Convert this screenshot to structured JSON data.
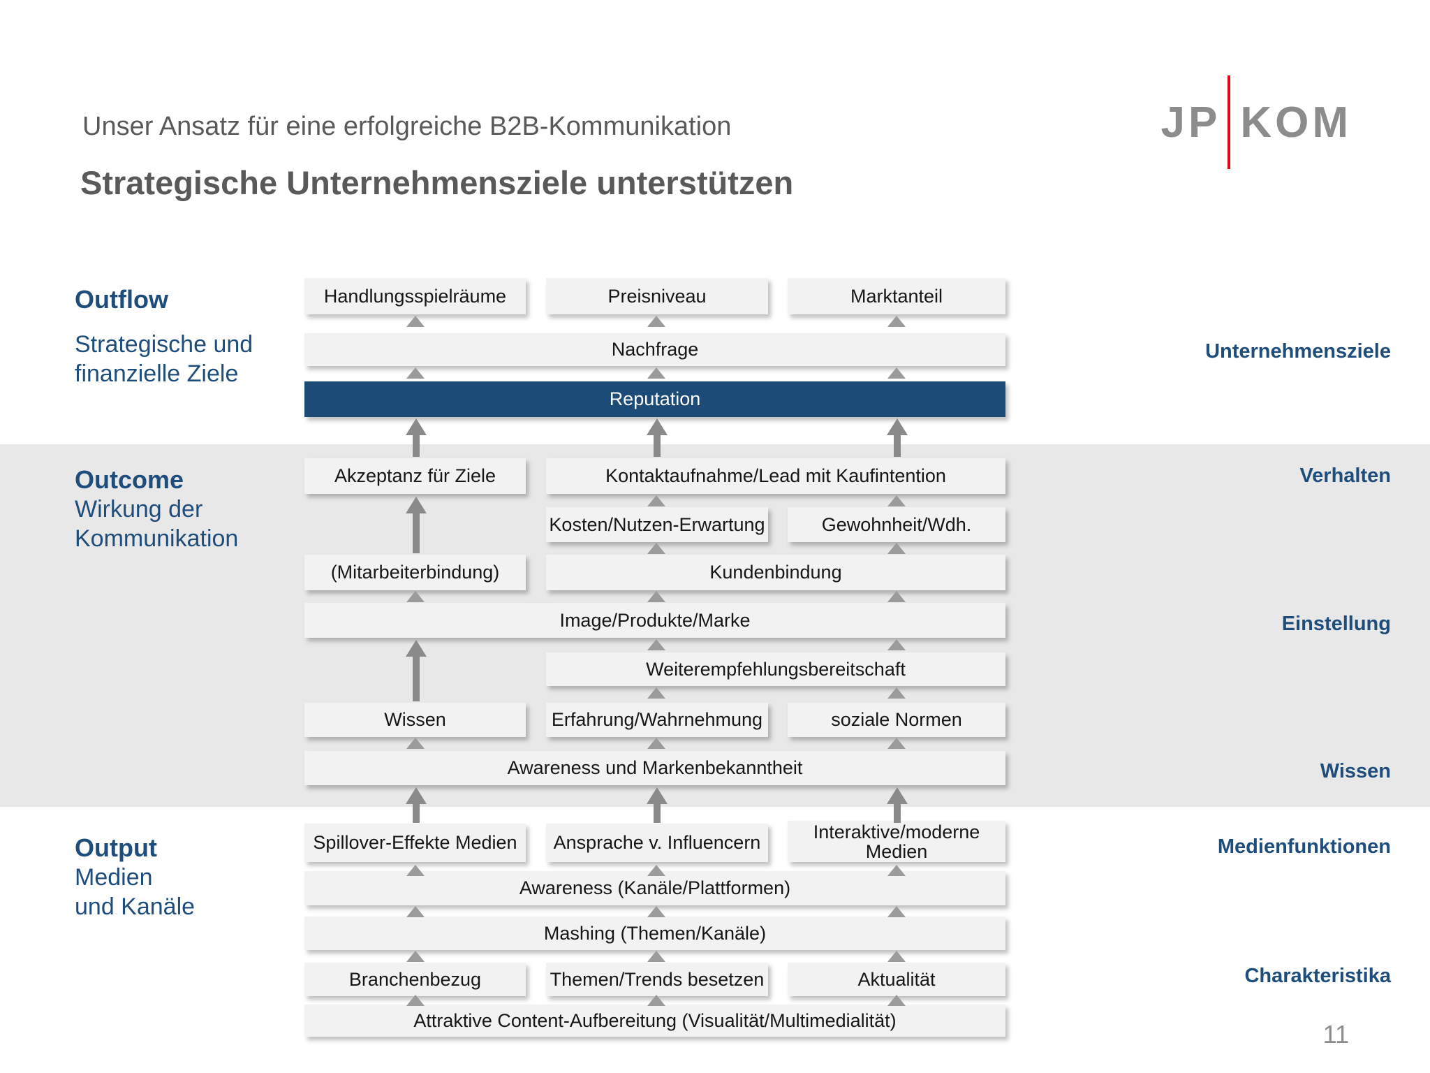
{
  "header": {
    "kicker": "Unser Ansatz für eine erfolgreiche B2B-Kommunikation",
    "title": "Strategische Unternehmensziele unterstützen",
    "logo_left": "JP",
    "logo_right": "KOM"
  },
  "footer": {
    "page_number": "11"
  },
  "colors": {
    "accent_blue": "#1e4d7c",
    "reputation_blue": "#1c4b78",
    "band_gray": "#e8e8e8",
    "box_gray": "#f2f2f2",
    "arrow_gray": "#8a8a8a",
    "logo_red": "#e30613",
    "title_gray": "#595959"
  },
  "left_labels": {
    "outflow": {
      "heading": "Outflow",
      "line1": "Strategische und",
      "line2": "finanzielle Ziele"
    },
    "outcome": {
      "heading": "Outcome",
      "line1": "Wirkung der",
      "line2": "Kommunikation"
    },
    "output": {
      "heading": "Output",
      "line1": "Medien",
      "line2": "und Kanäle"
    }
  },
  "right_labels": {
    "unternehmensziele": "Unternehmensziele",
    "verhalten": "Verhalten",
    "einstellung": "Einstellung",
    "wissen": "Wissen",
    "medienfunktionen": "Medienfunktionen",
    "charakteristika": "Charakteristika"
  },
  "boxes": {
    "handlungsspielraeume": "Handlungsspielräume",
    "preisniveau": "Preisniveau",
    "marktanteil": "Marktanteil",
    "nachfrage": "Nachfrage",
    "reputation": "Reputation",
    "akzeptanz": "Akzeptanz für Ziele",
    "kontaktaufnahme": "Kontaktaufnahme/Lead mit Kaufintention",
    "kosten_nutzen": "Kosten/Nutzen-Erwartung",
    "gewohnheit": "Gewohnheit/Wdh.",
    "mitarbeiterbindung": "(Mitarbeiterbindung)",
    "kundenbindung": "Kundenbindung",
    "image_produkte_marke": "Image/Produkte/Marke",
    "weiterempfehlung": "Weiterempfehlungsbereitschaft",
    "wissen": "Wissen",
    "erfahrung": "Erfahrung/Wahrnehmung",
    "soziale_normen": "soziale Normen",
    "awareness_marke": "Awareness und Markenbekanntheit",
    "spillover": "Spillover-Effekte Medien",
    "influencer": "Ansprache v. Influencern",
    "interaktive_medien": "Interaktive/moderne Medien",
    "awareness_kanaele": "Awareness (Kanäle/Plattformen)",
    "mashing": "Mashing (Themen/Kanäle)",
    "branchenbezug": "Branchenbezug",
    "themen_trends": "Themen/Trends besetzen",
    "aktualitaet": "Aktualität",
    "content_aufbereitung": "Attraktive Content-Aufbereitung (Visualität/Multimedialität)"
  }
}
